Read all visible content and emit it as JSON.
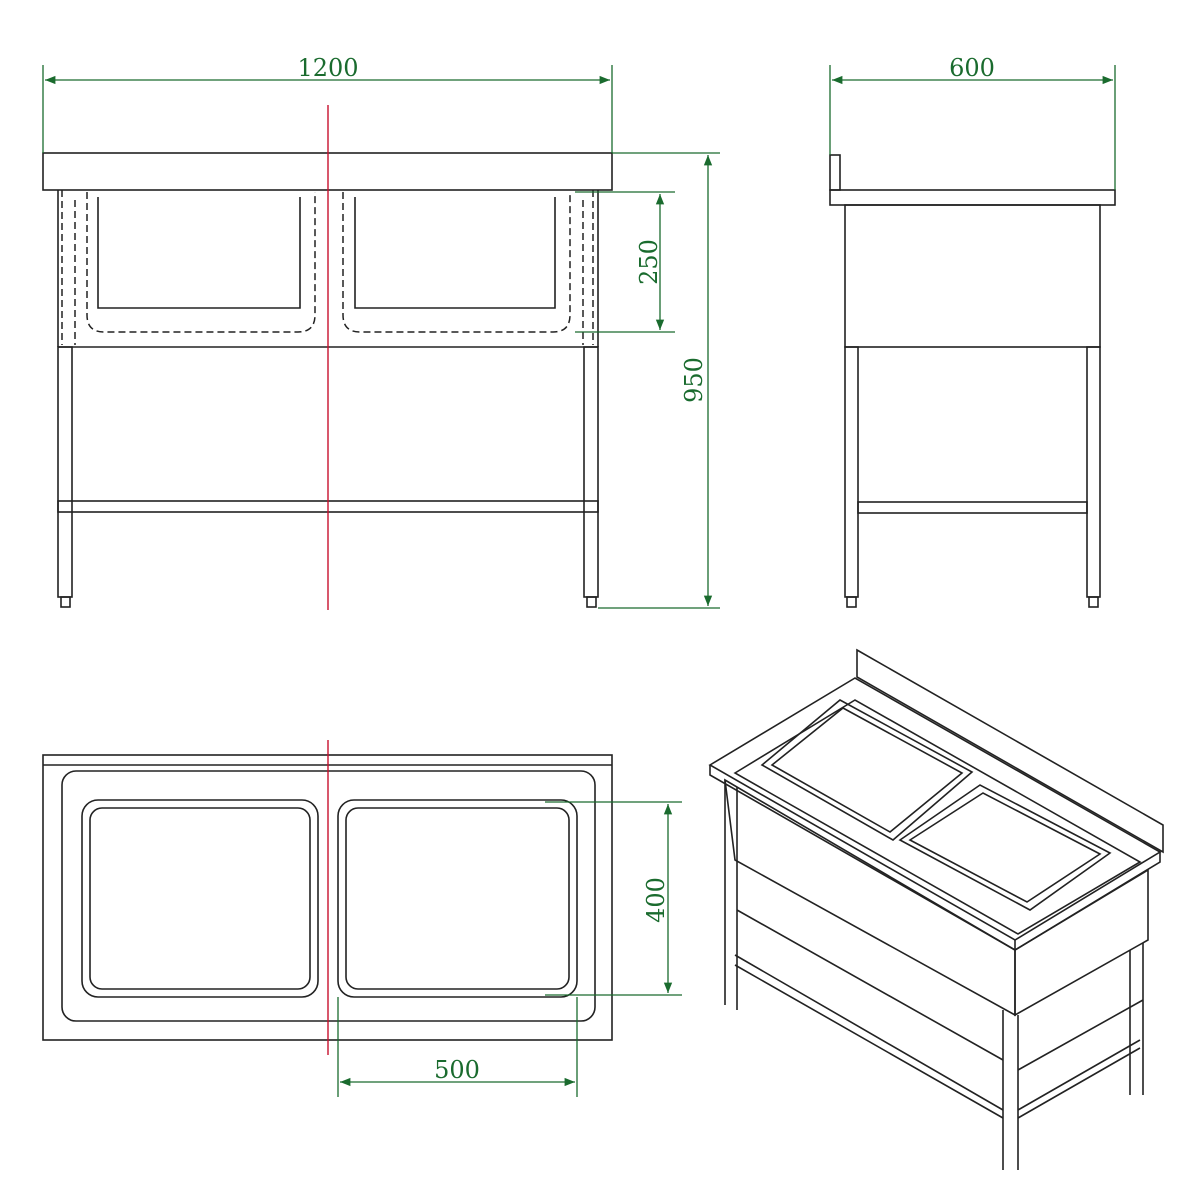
{
  "colors": {
    "dimension": "#1a6b2e",
    "centerline": "#c8102e",
    "basin_shade": "#d9c8dd",
    "outline": "#222222"
  },
  "dimensions": {
    "front_width": "1200",
    "side_depth": "600",
    "basin_depth": "250",
    "total_height": "950",
    "basin_length": "400",
    "basin_width": "500"
  }
}
